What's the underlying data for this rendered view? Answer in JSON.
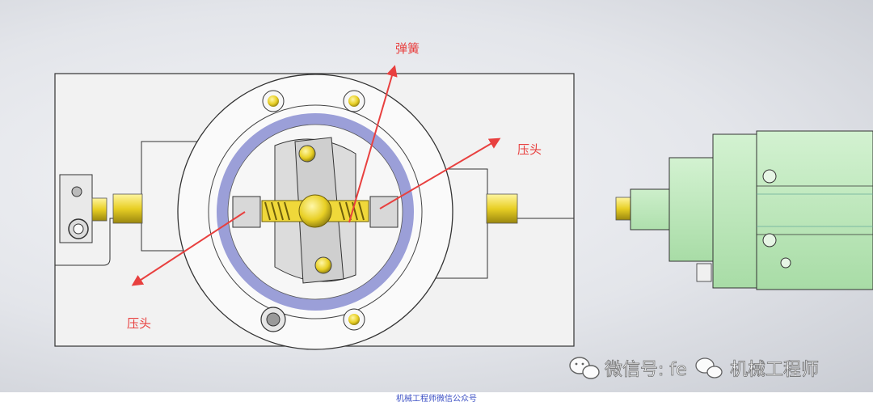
{
  "labels": {
    "spring": "弹簧",
    "press_head_right": "压头",
    "press_head_left": "压头"
  },
  "watermark": {
    "text": "微信号: fe",
    "text_right": "机械工程师",
    "icon": "wechat-icon"
  },
  "caption": "机械工程师微信公众号",
  "colors": {
    "arrow": "#e8403f",
    "label": "#e8403f",
    "ring": "#9b9fd8",
    "brass": "#e8cf24",
    "cylinder": "#b6e6b4",
    "plate": "#f2f2f2",
    "caption": "#3b4fc4"
  }
}
